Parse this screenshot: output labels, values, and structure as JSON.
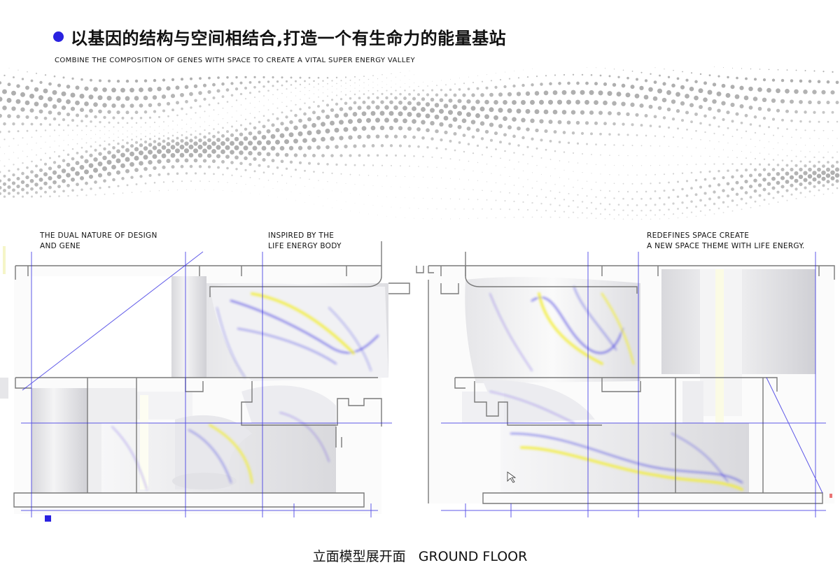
{
  "header": {
    "title_cn": "以基因的结构与空间相结合,打造一个有生命力的能量基站",
    "subtitle_en": "COMBINE THE COMPOSITION OF GENES WITH SPACE TO CREATE A VITAL SUPER ENERGY VALLEY"
  },
  "captions": [
    {
      "line1": "THE DUAL NATURE OF DESIGN",
      "line2": "AND GENE"
    },
    {
      "line1": "INSPIRED BY THE",
      "line2": "LIFE ENERGY BODY"
    },
    {
      "line1": "REDEFINES SPACE CREATE",
      "line2": "A NEW SPACE THEME WITH LIFE ENERGY."
    }
  ],
  "footer": {
    "label_cn": "立面模型展开面",
    "label_en": "GROUND FLOOR"
  },
  "colors": {
    "accent_blue": "#2a22e0",
    "accent_yellow": "#f2ee3a",
    "line_gray": "#7a7a7a",
    "halftone_gray": "#9a9a9a"
  },
  "icons": [
    "bullet-dot-icon",
    "cursor-arrow-icon"
  ]
}
